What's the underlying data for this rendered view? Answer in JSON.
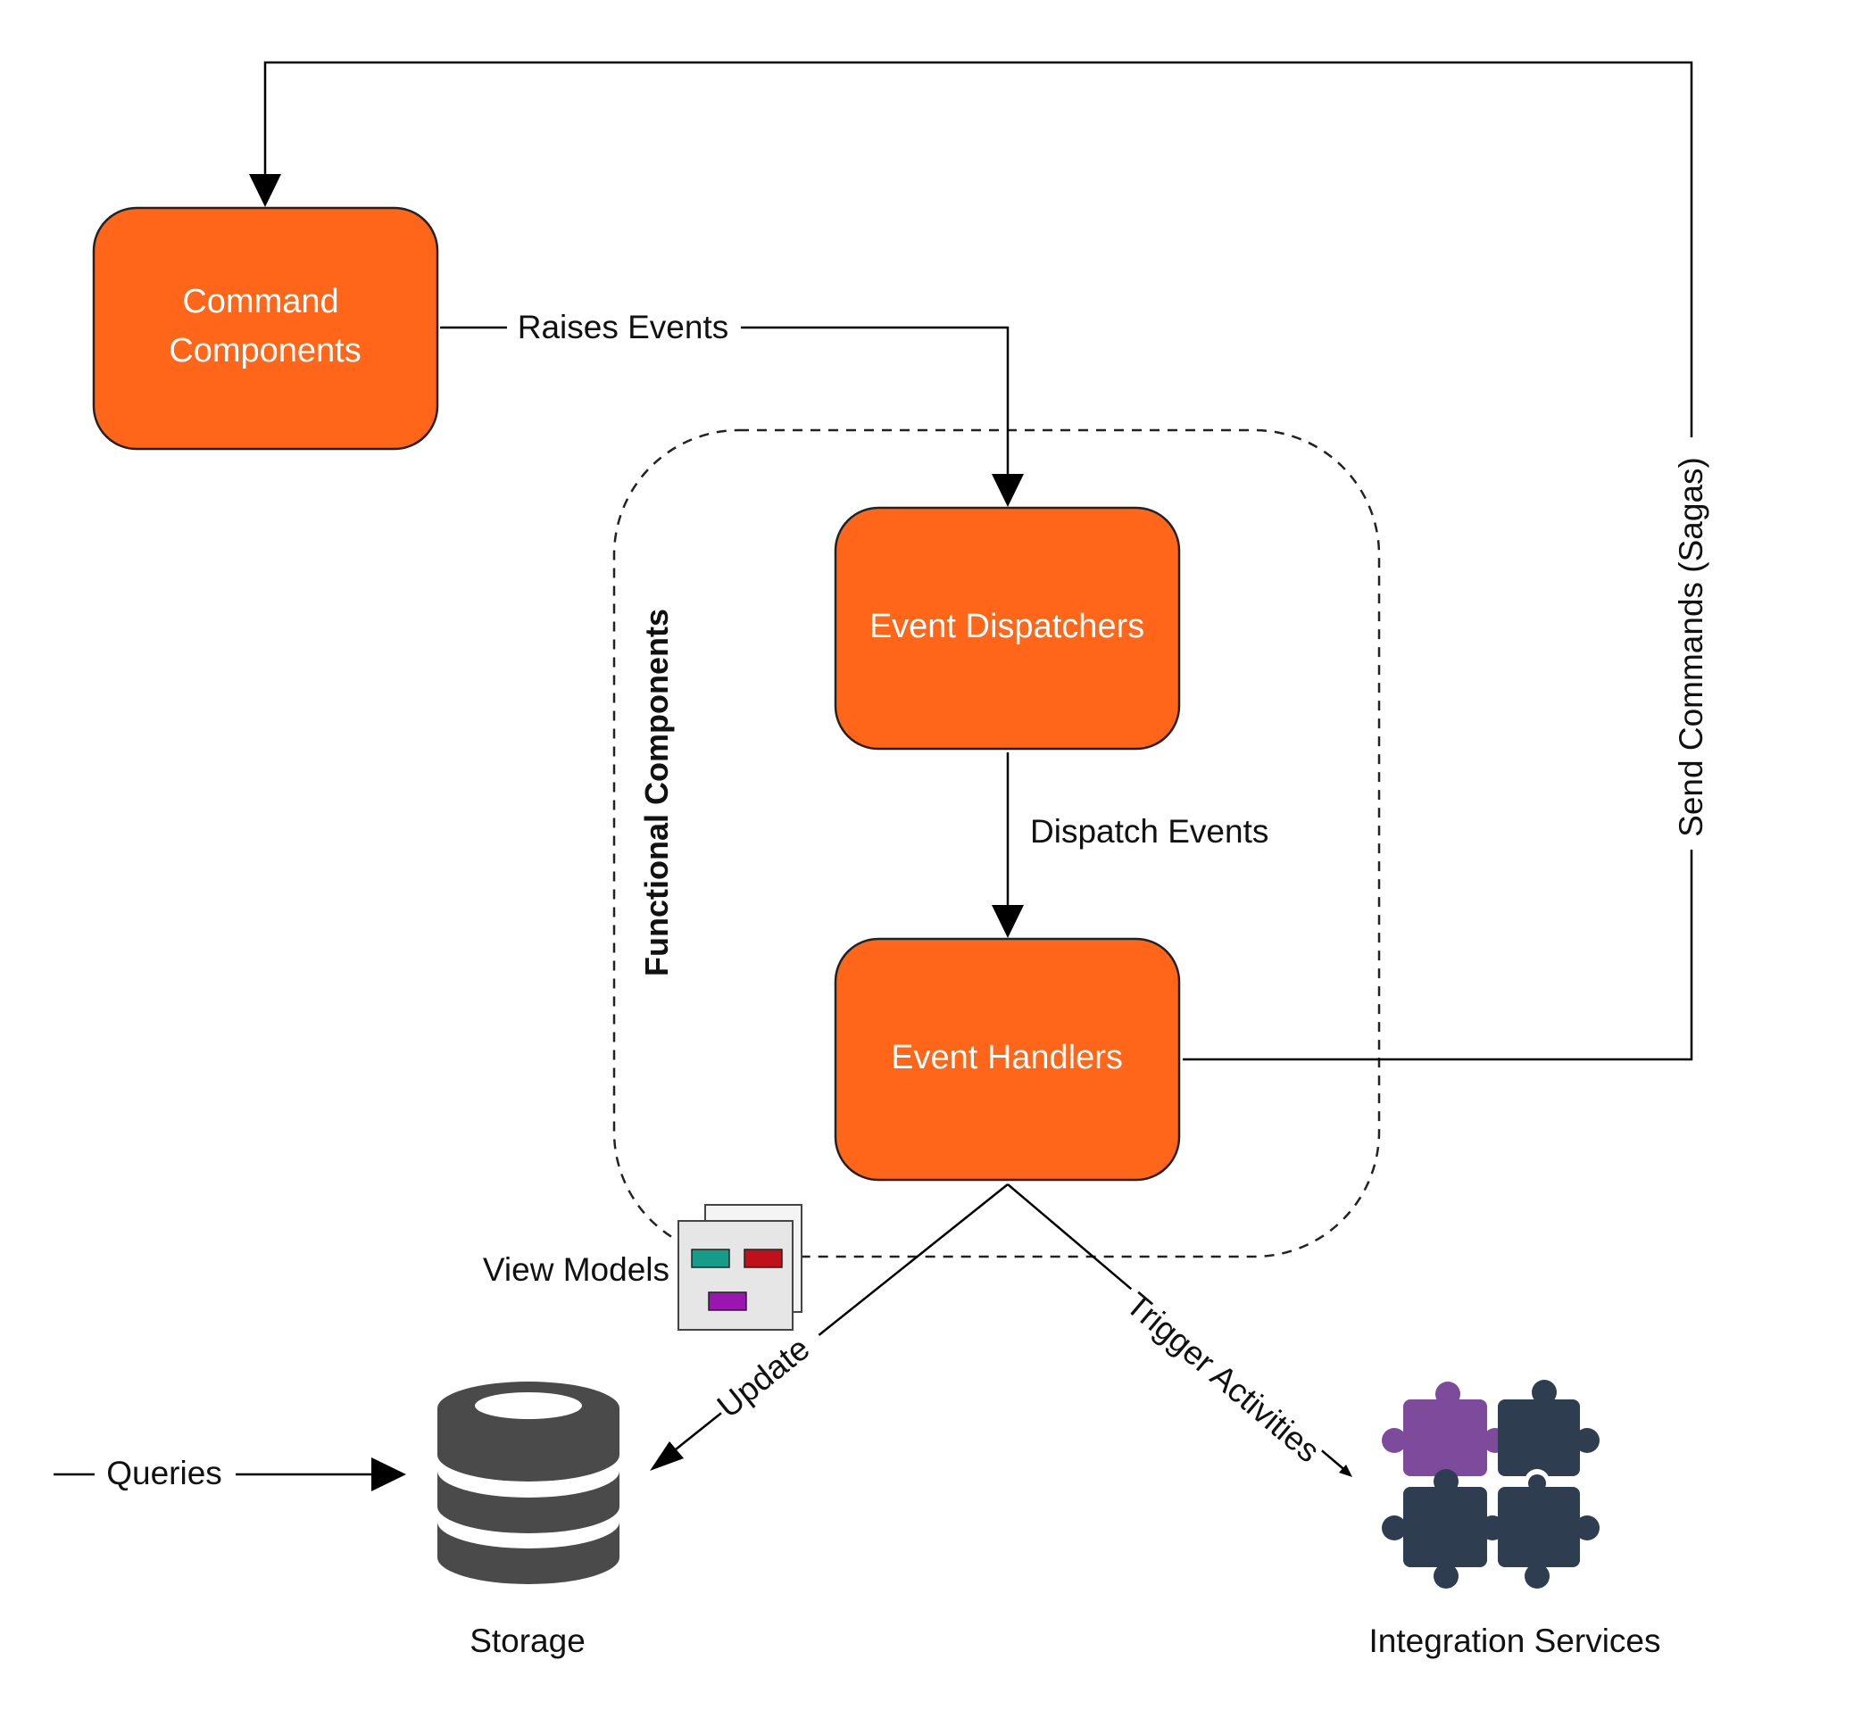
{
  "nodes": {
    "command": {
      "line1": "Command",
      "line2": "Components"
    },
    "dispatchers": {
      "label": "Event Dispatchers"
    },
    "handlers": {
      "label": "Event Handlers"
    }
  },
  "group": {
    "label": "Functional Components"
  },
  "edges": {
    "raises": "Raises Events",
    "dispatch": "Dispatch Events",
    "send": "Send Commands (Sagas)",
    "update": "Update",
    "trigger": "Trigger Activities",
    "queries": "Queries"
  },
  "icons": {
    "view_models": {
      "label": "View Models",
      "icon": "view-models-icon"
    },
    "storage": {
      "label": "Storage",
      "icon": "database-icon"
    },
    "integration": {
      "label": "Integration Services",
      "icon": "puzzle-icon"
    }
  },
  "colors": {
    "node_fill": "#FF6619",
    "node_stroke": "#222222",
    "db": "#4a4a4a",
    "puzzle_dark": "#2e3d4f",
    "puzzle_purple": "#7e4a9b",
    "vm_teal": "#169c88",
    "vm_red": "#c0111a",
    "vm_purple": "#9b15b0"
  }
}
